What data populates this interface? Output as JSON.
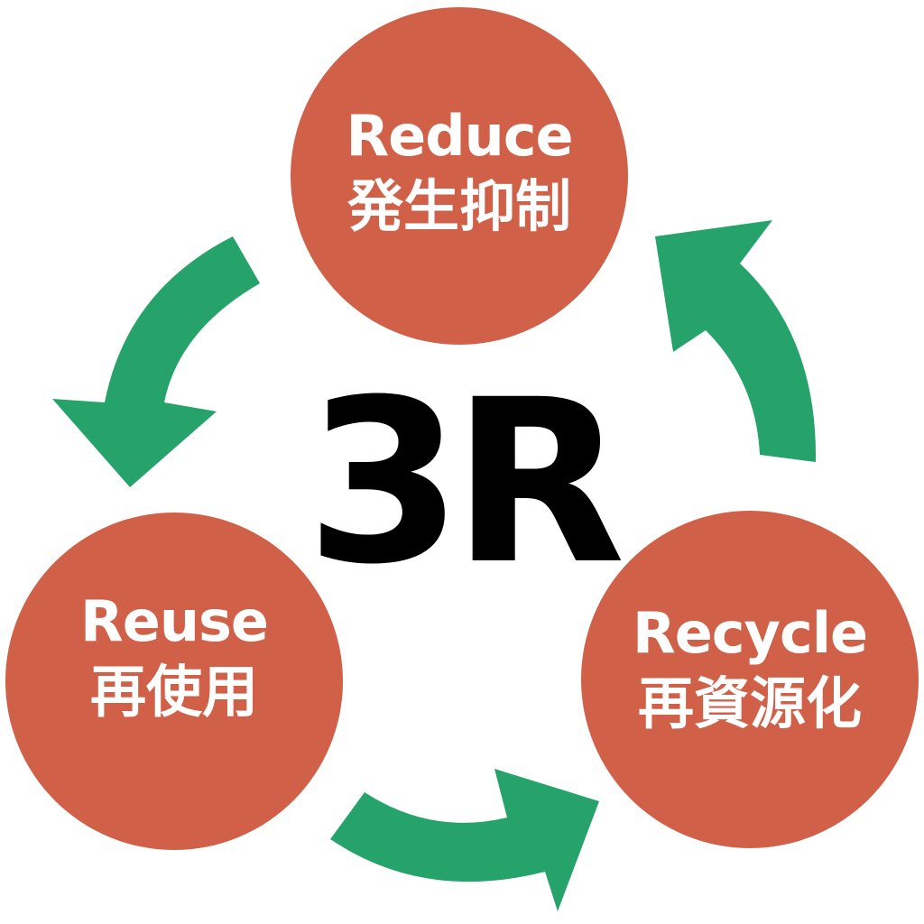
{
  "colors": {
    "circle": "#d06048",
    "arrow": "#26a36a",
    "circle_text": "#ffffff",
    "center_text": "#000000"
  },
  "center": {
    "title": "3R"
  },
  "nodes": [
    {
      "key": "reduce",
      "label_en": "Reduce",
      "label_ja": "発生抑制"
    },
    {
      "key": "reuse",
      "label_en": "Reuse",
      "label_ja": "再使用"
    },
    {
      "key": "recycle",
      "label_en": "Recycle",
      "label_ja": "再資源化"
    }
  ],
  "edges": [
    {
      "from": "reduce",
      "to": "reuse"
    },
    {
      "from": "reuse",
      "to": "recycle"
    },
    {
      "from": "recycle",
      "to": "reduce"
    }
  ]
}
